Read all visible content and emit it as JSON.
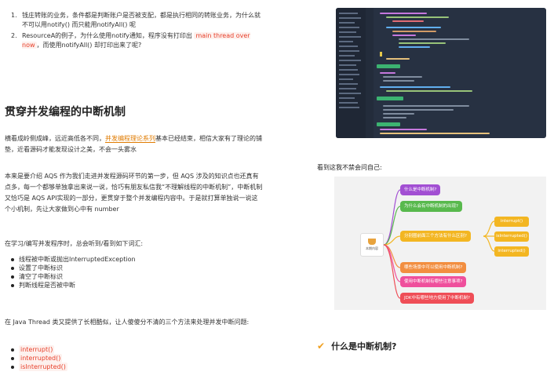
{
  "list_top": [
    {
      "num": "1.",
      "text": "钱庄转账的业务，条件都是判断账户是否被支配，都是执行相同的转账业务，为什么就不可以用notify() 而只能用notifyAll() 呢"
    },
    {
      "num": "2.",
      "text_a": "ResourceA的例子，为什么使用notify通知，程序没有打印出",
      "code": "main thread over now",
      "text_b": "，而使用notifyAll() 却打印出来了呢?"
    }
  ],
  "heading": "贯穿并发编程的中断机制",
  "intro": {
    "a": "横看成岭侧成峰，远近高低各不同，",
    "link": "并发编程理论系列",
    "b": "基本已经结束，相信大家有了理论的铺垫，近看源码才能发现设计之美，不会一头雾水"
  },
  "para2": "本来是要介绍 AQS 作为我们走进并发程源码环节的第一步，但 AQS 涉及的知识点也还真有点多，每一个都够单独拿出来说一说，恰巧有朋友私信我“不理解线程的中断机制”，中断机制又恰巧是 AQS API实现的一部分，更贯穿于整个并发编程内容中。于是就打算单独说一说这个小机制，先让大家做到心中有 number",
  "para3": "在学习/编写并发程序时，总会听到/看到如下词汇:",
  "terms": [
    "线程被中断或抛出InterruptedException",
    "设置了中断标识",
    "清空了中断标识",
    "判断线程是否被中断"
  ],
  "para4": "在 Java Thread 类又提供了长相酷似，让人傻傻分不清的三个方法来处理并发中断问题:",
  "methods": [
    "interrupt()",
    "interrupted()",
    "isInterrupted()"
  ],
  "caption": "看到这我不禁会问自己:",
  "mindmap": {
    "center": "本期内容",
    "nodes": [
      "什么是中断机制?",
      "为什么会有中断机制的出现?",
      "分别圈前面三个方法有什么区别?",
      "哪些场景中可以使用中断机制?",
      "使用中断机制有哪些注意事项?",
      "JDK中有哪些地方使用了中断机制?"
    ],
    "subs": [
      "interrupt()",
      "isInterrupted()",
      "interrupted()"
    ]
  },
  "heading_right": "什么是中断机制?",
  "colors": {
    "accent": "#e07b00",
    "code": "#e8402b",
    "check": "#f0a020"
  }
}
